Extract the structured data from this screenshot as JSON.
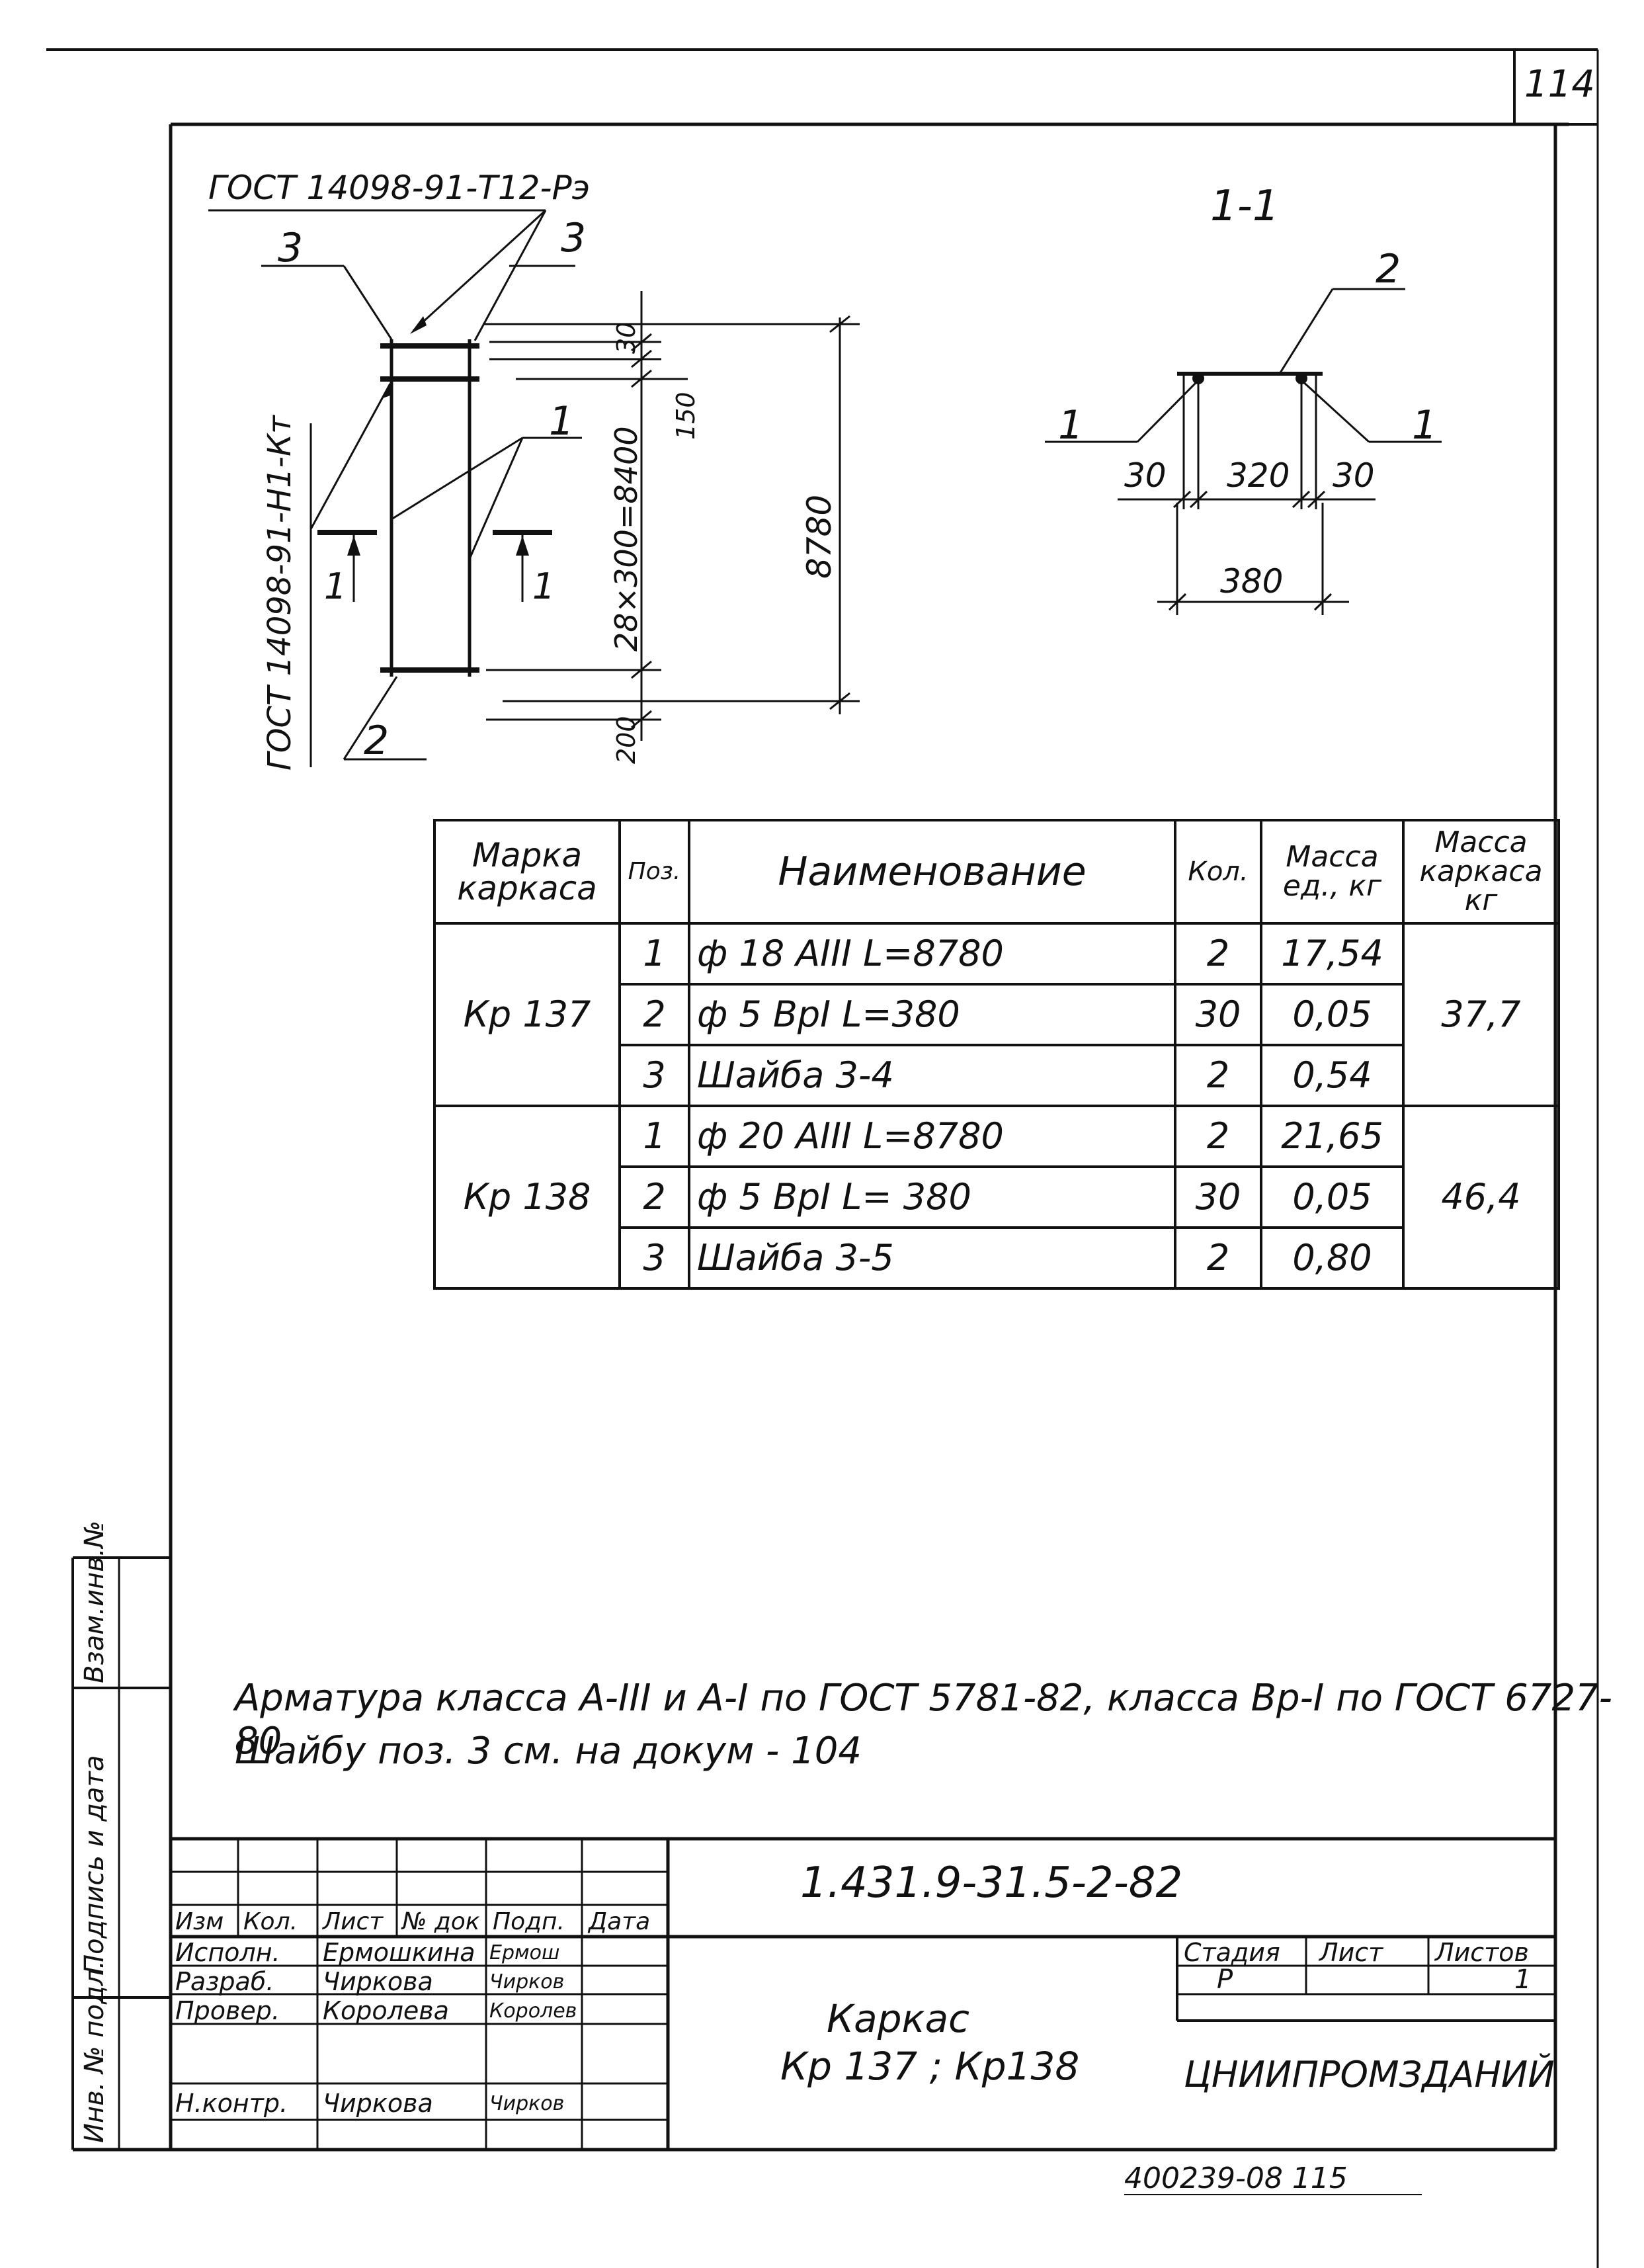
{
  "page_number": "114",
  "elevation": {
    "weld_note_top": "ГОСТ 14098-91-Т12-Рэ",
    "weld_note_side": "ГОСТ 14098-91-Н1-Кт",
    "callouts": [
      "3",
      "3",
      "1",
      "2"
    ],
    "section_marks": [
      "1",
      "1"
    ],
    "dims": {
      "top_gap": "30",
      "first_step": "150",
      "spacing": "28×300=8400",
      "bottom": "200",
      "total": "8780"
    }
  },
  "section": {
    "title": "1-1",
    "callouts": [
      "2",
      "1",
      "1"
    ],
    "dims": {
      "left": "30",
      "middle": "320",
      "right": "30",
      "overall": "380"
    }
  },
  "spec_table": {
    "headers": {
      "mark": "Марка каркаса",
      "pos": "Поз.",
      "name": "Наименование",
      "qty": "Кол.",
      "unit_mass": "Масса ед., кг",
      "frame_mass": "Масса каркаса кг"
    },
    "groups": [
      {
        "mark": "Кр 137",
        "frame_mass": "37,7",
        "rows": [
          {
            "pos": "1",
            "name": "ф 18 АIII  L=8780",
            "qty": "2",
            "unit_mass": "17,54"
          },
          {
            "pos": "2",
            "name": "ф 5 ВрI  L=380",
            "qty": "30",
            "unit_mass": "0,05"
          },
          {
            "pos": "3",
            "name": "Шайба  3-4",
            "qty": "2",
            "unit_mass": "0,54"
          }
        ]
      },
      {
        "mark": "Кр 138",
        "frame_mass": "46,4",
        "rows": [
          {
            "pos": "1",
            "name": "ф 20 АIII  L=8780",
            "qty": "2",
            "unit_mass": "21,65"
          },
          {
            "pos": "2",
            "name": "ф 5 ВрI  L= 380",
            "qty": "30",
            "unit_mass": "0,05"
          },
          {
            "pos": "3",
            "name": "Шайба  3-5",
            "qty": "2",
            "unit_mass": "0,80"
          }
        ]
      }
    ]
  },
  "notes": {
    "line1": "Арматура класса А-III и А-I по ГОСТ 5781-82, класса Вр-I по ГОСТ 6727-80",
    "line2": "Шайбу поз. 3 см. на докум - 104"
  },
  "left_margin": {
    "sign_date": "Подпись и дата",
    "inv_orig": "Инв. № подл.",
    "replace": "Взам.инв.№"
  },
  "title_block": {
    "doc_code": "1.431.9-31.5-2-82",
    "header_cols": [
      "Изм",
      "Кол.",
      "Лист",
      "№ док",
      "Подп.",
      "Дата"
    ],
    "roles": [
      {
        "role": "Исполн.",
        "name": "Ермошкина",
        "sign": "Ермош"
      },
      {
        "role": "Разраб.",
        "name": "Чиркова",
        "sign": "Чирков"
      },
      {
        "role": "Провер.",
        "name": "Королева",
        "sign": "Королев"
      },
      {
        "role": "Н.контр.",
        "name": "Чиркова",
        "sign": "Чирков"
      }
    ],
    "doc_name_line1": "Каркас",
    "doc_name_line2": "Кр 137 ; Кр138",
    "stage_label": "Стадия",
    "sheet_label": "Лист",
    "sheets_label": "Листов",
    "stage": "Р",
    "sheet": "",
    "sheets": "1",
    "org": "ЦНИИПРОМЗДАНИЙ"
  },
  "bottom_stamp": "400239-08   115"
}
